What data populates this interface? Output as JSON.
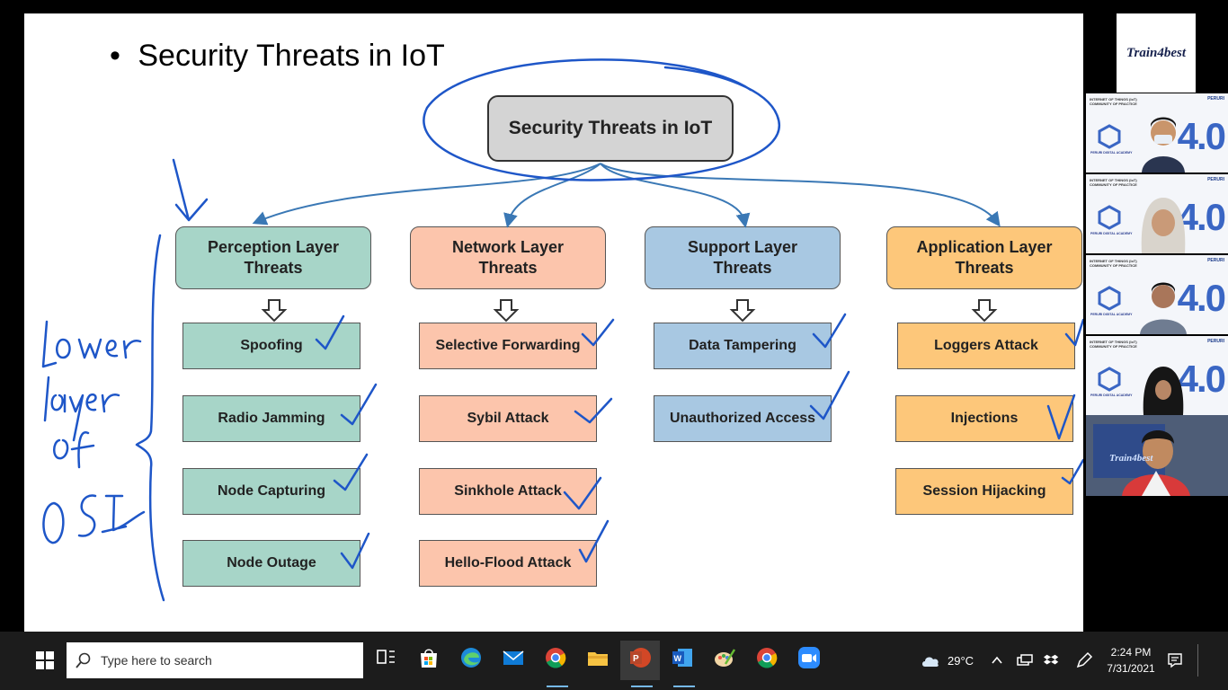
{
  "slide": {
    "bullet": "•",
    "title": "Security Threats in IoT",
    "root": "Security Threats in IoT",
    "layers": [
      {
        "line1": "Perception Layer",
        "line2": "Threats",
        "items": [
          "Spoofing",
          "Radio Jamming",
          "Node Capturing",
          "Node Outage"
        ]
      },
      {
        "line1": "Network Layer",
        "line2": "Threats",
        "items": [
          "Selective Forwarding",
          "Sybil Attack",
          "Sinkhole Attack",
          "Hello-Flood Attack"
        ]
      },
      {
        "line1": "Support Layer",
        "line2": "Threats",
        "items": [
          "Data Tampering",
          "Unauthorized Access"
        ]
      },
      {
        "line1": "Application Layer",
        "line2": "Threats",
        "items": [
          "Loggers Attack",
          "Injections",
          "Session Hijacking"
        ]
      }
    ],
    "colors": {
      "perception": "#a7d5c8",
      "network": "#fcc5ac",
      "support": "#a8c8e2",
      "application": "#fdc77a",
      "ink": "#1e56c8"
    }
  },
  "participants": {
    "logo_text": "Train4best",
    "tile_header_left": "INTERNET OF THINGS (IoT)",
    "tile_header_sub": "COMMUNITY OF PRACTICE",
    "tile_brand_right": "PERURI",
    "tile_academy": "PERURI DIGITAL ACADEMY",
    "tile_bg": "4.0",
    "cam_banner": "Train4best"
  },
  "taskbar": {
    "search_placeholder": "Type here to search",
    "weather": "29°C",
    "time": "2:24 PM",
    "date": "7/31/2021"
  }
}
